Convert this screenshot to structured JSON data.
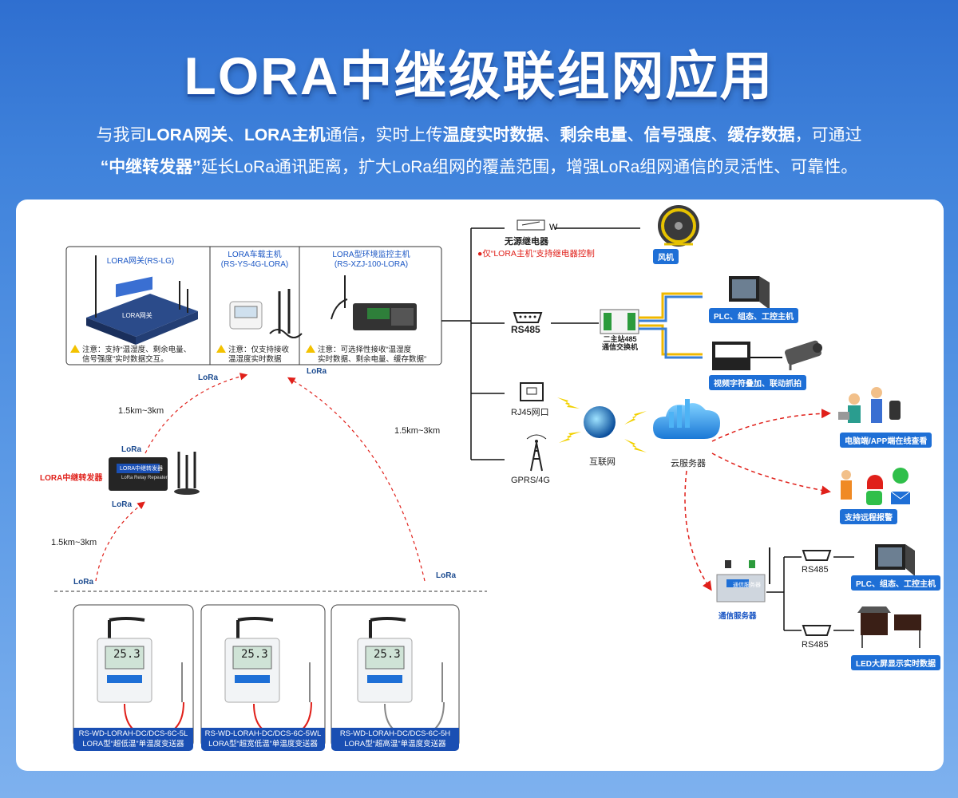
{
  "title": "LORA中继级联组网应用",
  "intro": {
    "line1": [
      {
        "t": "与我司",
        "b": false
      },
      {
        "t": "LORA网关",
        "b": true
      },
      {
        "t": "、",
        "b": false
      },
      {
        "t": "LORA主机",
        "b": true
      },
      {
        "t": "通信，实时上传",
        "b": false
      },
      {
        "t": "温度实时数据",
        "b": true
      },
      {
        "t": "、",
        "b": false
      },
      {
        "t": "剩余电量",
        "b": true
      },
      {
        "t": "、",
        "b": false
      },
      {
        "t": "信号强度",
        "b": true
      },
      {
        "t": "、",
        "b": false
      },
      {
        "t": "缓存数据",
        "b": true
      },
      {
        "t": "，可通过",
        "b": false
      }
    ],
    "line2": [
      {
        "t": "“中继转发器”",
        "b": true
      },
      {
        "t": "延长LoRa通讯距离，扩大LoRa组网的覆盖范围，增强LoRa组网通信的灵活性、可靠性。",
        "b": false
      }
    ]
  },
  "hosts": {
    "gateway": {
      "name": "LORA网关(RS-LG)",
      "screen": "LORA网关",
      "note1": "注意：支持“温湿度、剩余电量、",
      "note2": "信号强度”实时数据交互。"
    },
    "vehicle": {
      "name1": "LORA车载主机",
      "name2": "(RS-YS-4G-LORA)",
      "note1": "注意：仅支持接收",
      "note2": "温湿度实时数据"
    },
    "monitor": {
      "name1": "LORA型环境监控主机",
      "name2": "(RS-XZJ-100-LORA)",
      "note1": "注意：可选择性接收“温湿度",
      "note2": "实时数据、剩余电量、缓存数据”"
    }
  },
  "repeater": {
    "label": "LORA中继转发器",
    "screen": "LORA中继转发器",
    "sub": "LoRa Relay Repeater"
  },
  "lora_tag": "LoRa",
  "distances": {
    "d1": "1.5km~3km",
    "d2": "1.5km~3km",
    "d3": "1.5km~3km"
  },
  "sensors": [
    {
      "model": "RS-WD-LORAH-DC/DCS-6C-5L",
      "desc": "LORA型“超低温”单温度变送器",
      "reading": "25.3"
    },
    {
      "model": "RS-WD-LORAH-DC/DCS-6C-5WL",
      "desc": "LORA型“超宽低温”单温度变送器",
      "reading": "25.3"
    },
    {
      "model": "RS-WD-LORAH-DC/DCS-6C-5H",
      "desc": "LORA型“超高温”单温度变送器",
      "reading": "25.3"
    }
  ],
  "right": {
    "relay": "无源继电器",
    "relay_note": "●仅“LORA主机”支持继电器控制",
    "fan": "风机",
    "rs485": "RS485",
    "switch1": "二主站485",
    "switch2": "通信交换机",
    "plc": "PLC、组态、工控主机",
    "video": "视频字符叠加、联动抓拍",
    "rj45": "RJ45网口",
    "gprs": "GPRS/4G",
    "internet": "互联网",
    "cloud": "云服务器",
    "pc_app": "电脑端/APP端在线查看",
    "alarm": "支持远程报警",
    "comm_server": "通信服务器",
    "comm_screen": "通信服务器",
    "rs485_a": "RS485",
    "rs485_b": "RS485",
    "plc2": "PLC、组态、工控主机",
    "led": "LED大屏显示实时数据"
  },
  "colors": {
    "accent": "#1e6fd6",
    "red": "#e0201a",
    "navy": "#1a4fb3"
  }
}
